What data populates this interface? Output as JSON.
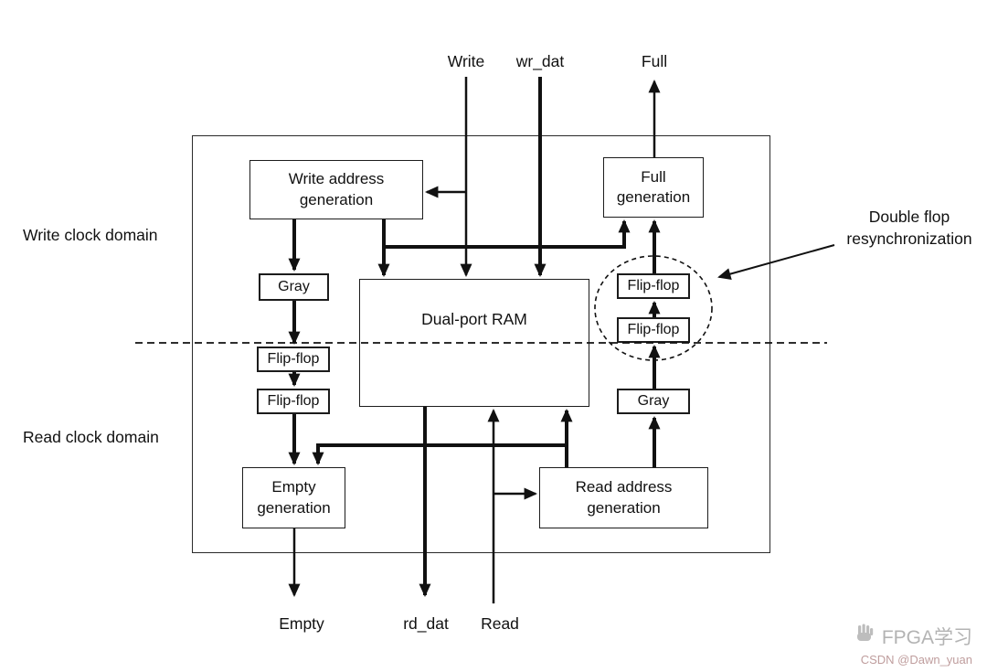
{
  "ports": {
    "write": "Write",
    "wr_dat": "wr_dat",
    "full": "Full",
    "empty": "Empty",
    "rd_dat": "rd_dat",
    "read": "Read"
  },
  "domains": {
    "write": "Write clock domain",
    "read": "Read clock domain"
  },
  "blocks": {
    "write_address_generation": "Write address generation",
    "full_generation": "Full generation",
    "gray": "Gray",
    "flip_flop": "Flip-flop",
    "dual_port_ram": "Dual-port RAM",
    "empty_generation": "Empty generation",
    "read_address_generation": "Read address generation"
  },
  "annotation": {
    "double_flop": "Double flop resynchronization"
  },
  "watermark": {
    "brand": "FPGA学习",
    "credit": "CSDN @Dawn_yuan"
  },
  "colors": {
    "line": "#111111",
    "background": "#ffffff",
    "watermark_gray": "#b3b3b3",
    "watermark_credit": "#bf9d9d"
  }
}
